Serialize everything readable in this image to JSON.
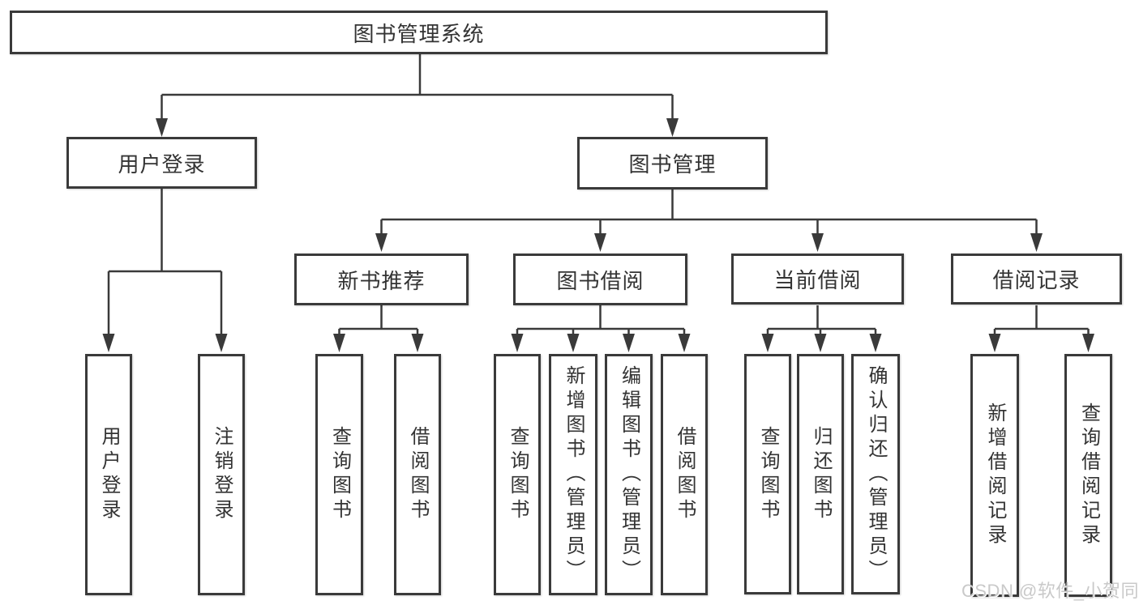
{
  "diagram": {
    "type": "hierarchy-tree",
    "root": {
      "label": "图书管理系统",
      "children": [
        {
          "label": "用户登录",
          "children": [
            {
              "label": "用户登录"
            },
            {
              "label": "注销登录"
            }
          ]
        },
        {
          "label": "图书管理",
          "children": [
            {
              "label": "新书推荐",
              "children": [
                {
                  "label": "查询图书"
                },
                {
                  "label": "借阅图书"
                }
              ]
            },
            {
              "label": "图书借阅",
              "children": [
                {
                  "label": "查询图书"
                },
                {
                  "label": "新增图书（管理员）"
                },
                {
                  "label": "编辑图书（管理员）"
                },
                {
                  "label": "借阅图书"
                }
              ]
            },
            {
              "label": "当前借阅",
              "children": [
                {
                  "label": "查询图书"
                },
                {
                  "label": "归还图书"
                },
                {
                  "label": "确认归还（管理员）"
                }
              ]
            },
            {
              "label": "借阅记录",
              "children": [
                {
                  "label": "新增借阅记录"
                },
                {
                  "label": "查询借阅记录"
                }
              ]
            }
          ]
        }
      ]
    }
  },
  "watermark": {
    "text": "CSDN @软件_小贺同学"
  },
  "colors": {
    "line": "#3a3a3a",
    "box_border": "#3a3a3a",
    "box_fill": "#ffffff",
    "text": "#333333",
    "watermark": "#c9c9c9",
    "background": "#ffffff"
  }
}
